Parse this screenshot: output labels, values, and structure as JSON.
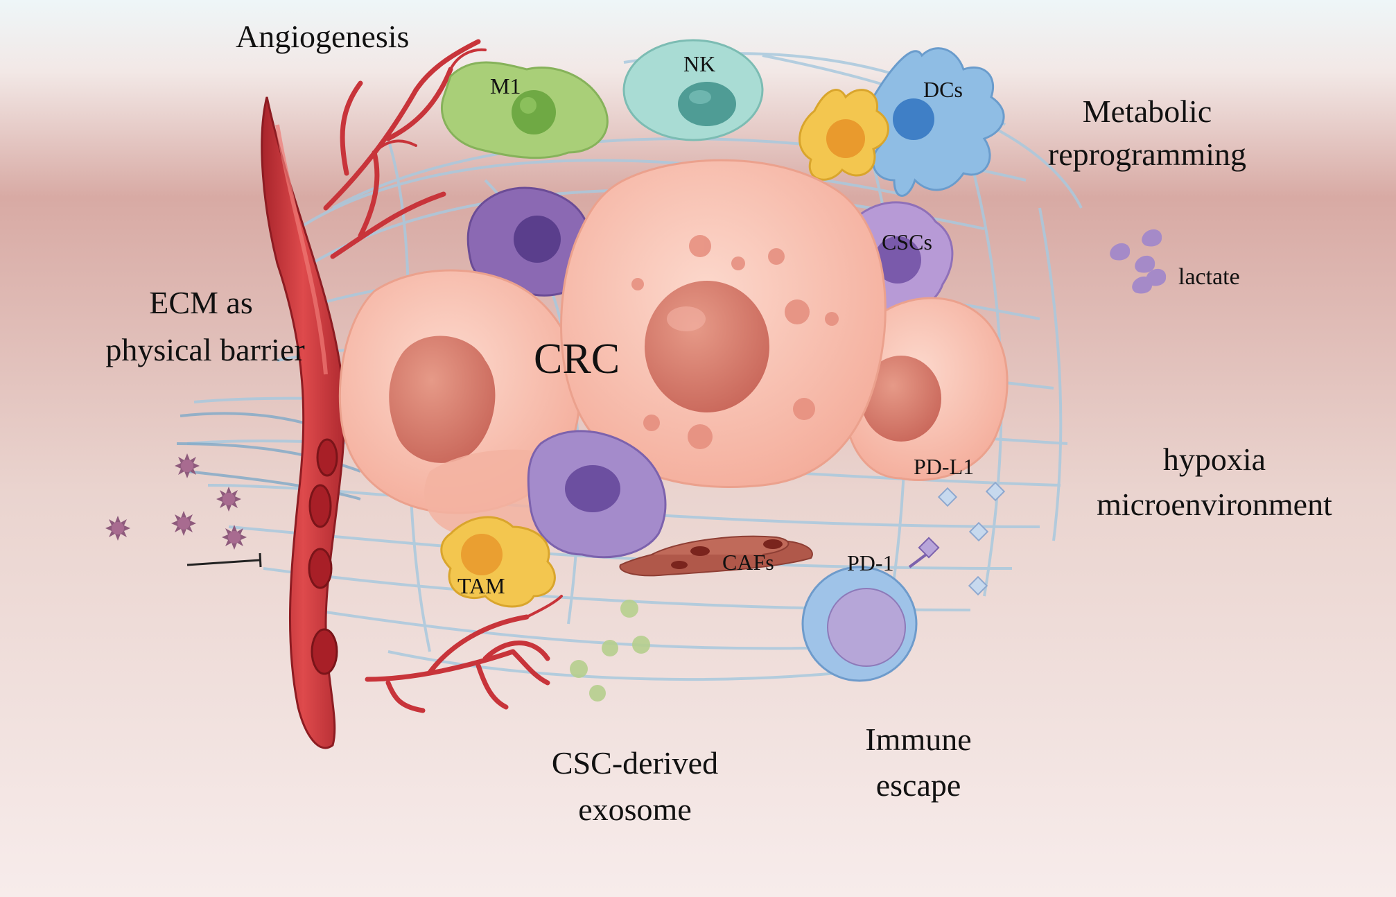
{
  "labels": {
    "angiogenesis": "Angiogenesis",
    "m1": "M1",
    "nk": "NK",
    "dcs": "DCs",
    "metabolic_1": "Metabolic",
    "metabolic_2": "reprogramming",
    "cscs": "CSCs",
    "lactate": "lactate",
    "ecm_1": "ECM as",
    "ecm_2": "physical barrier",
    "crc": "CRC",
    "pd_l1": "PD-L1",
    "hypoxia_1": "hypoxia",
    "hypoxia_2": "microenvironment",
    "pd_1": "PD-1",
    "cafs": "CAFs",
    "tam": "TAM",
    "immune_1": "Immune",
    "immune_2": "escape",
    "csc_exo_1": "CSC-derived",
    "csc_exo_2": "exosome"
  },
  "colors": {
    "vessel": "#c8343a",
    "tumor_cell": "#f7b9a8",
    "tumor_nucleus": "#d9786a",
    "m1": "#9cc46a",
    "nk": "#9fd6cf",
    "dc_blue": "#8fbde4",
    "dc_yellow": "#f3c64f",
    "csc": "#9b7fc0",
    "tcell": "#9fc3e8",
    "caf": "#b0584a",
    "fiber": "#a9c9de",
    "exosome": "#b6cf8e"
  }
}
